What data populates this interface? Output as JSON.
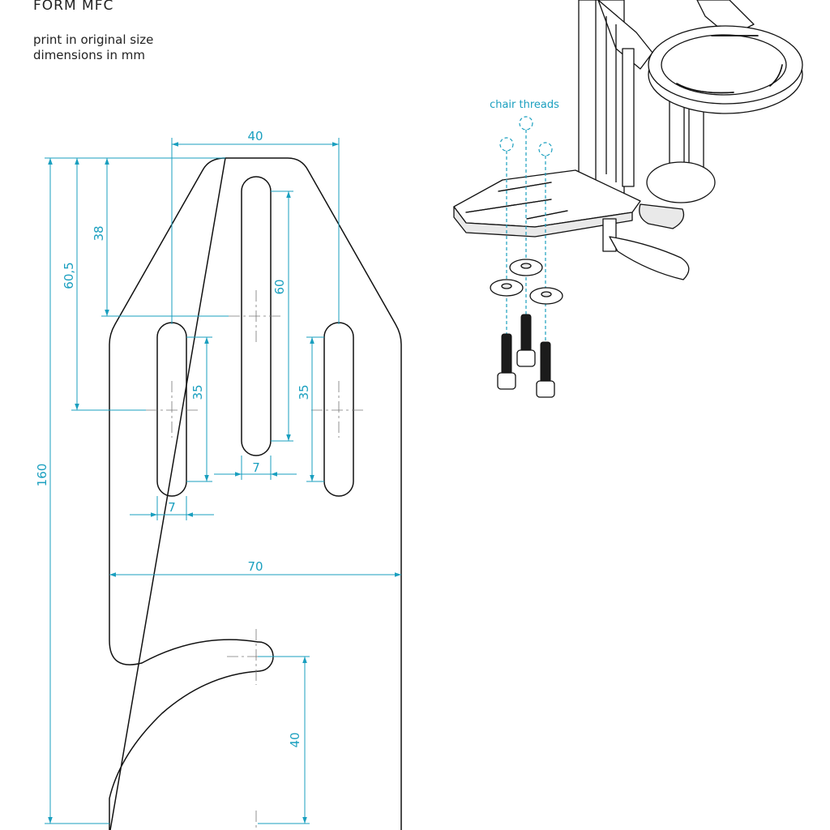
{
  "header": {
    "title": "FORM MFC",
    "note_line1": "print in original size",
    "note_line2": "dimensions in mm"
  },
  "drawing": {
    "dimensions": {
      "top_slot_spacing": "40",
      "total_height": "160",
      "hole_to_bottom": "60,5",
      "top_to_center": "38",
      "center_slot_length": "60",
      "left_slot_length": "35",
      "right_slot_length": "35",
      "center_slot_width": "7",
      "left_slot_width": "7",
      "plate_width": "70",
      "cutout_height": "40"
    }
  },
  "assembly": {
    "callout": "chair threads"
  },
  "colors": {
    "dimension": "#1a9fbf",
    "outline": "#111111",
    "centerline": "#777777"
  }
}
